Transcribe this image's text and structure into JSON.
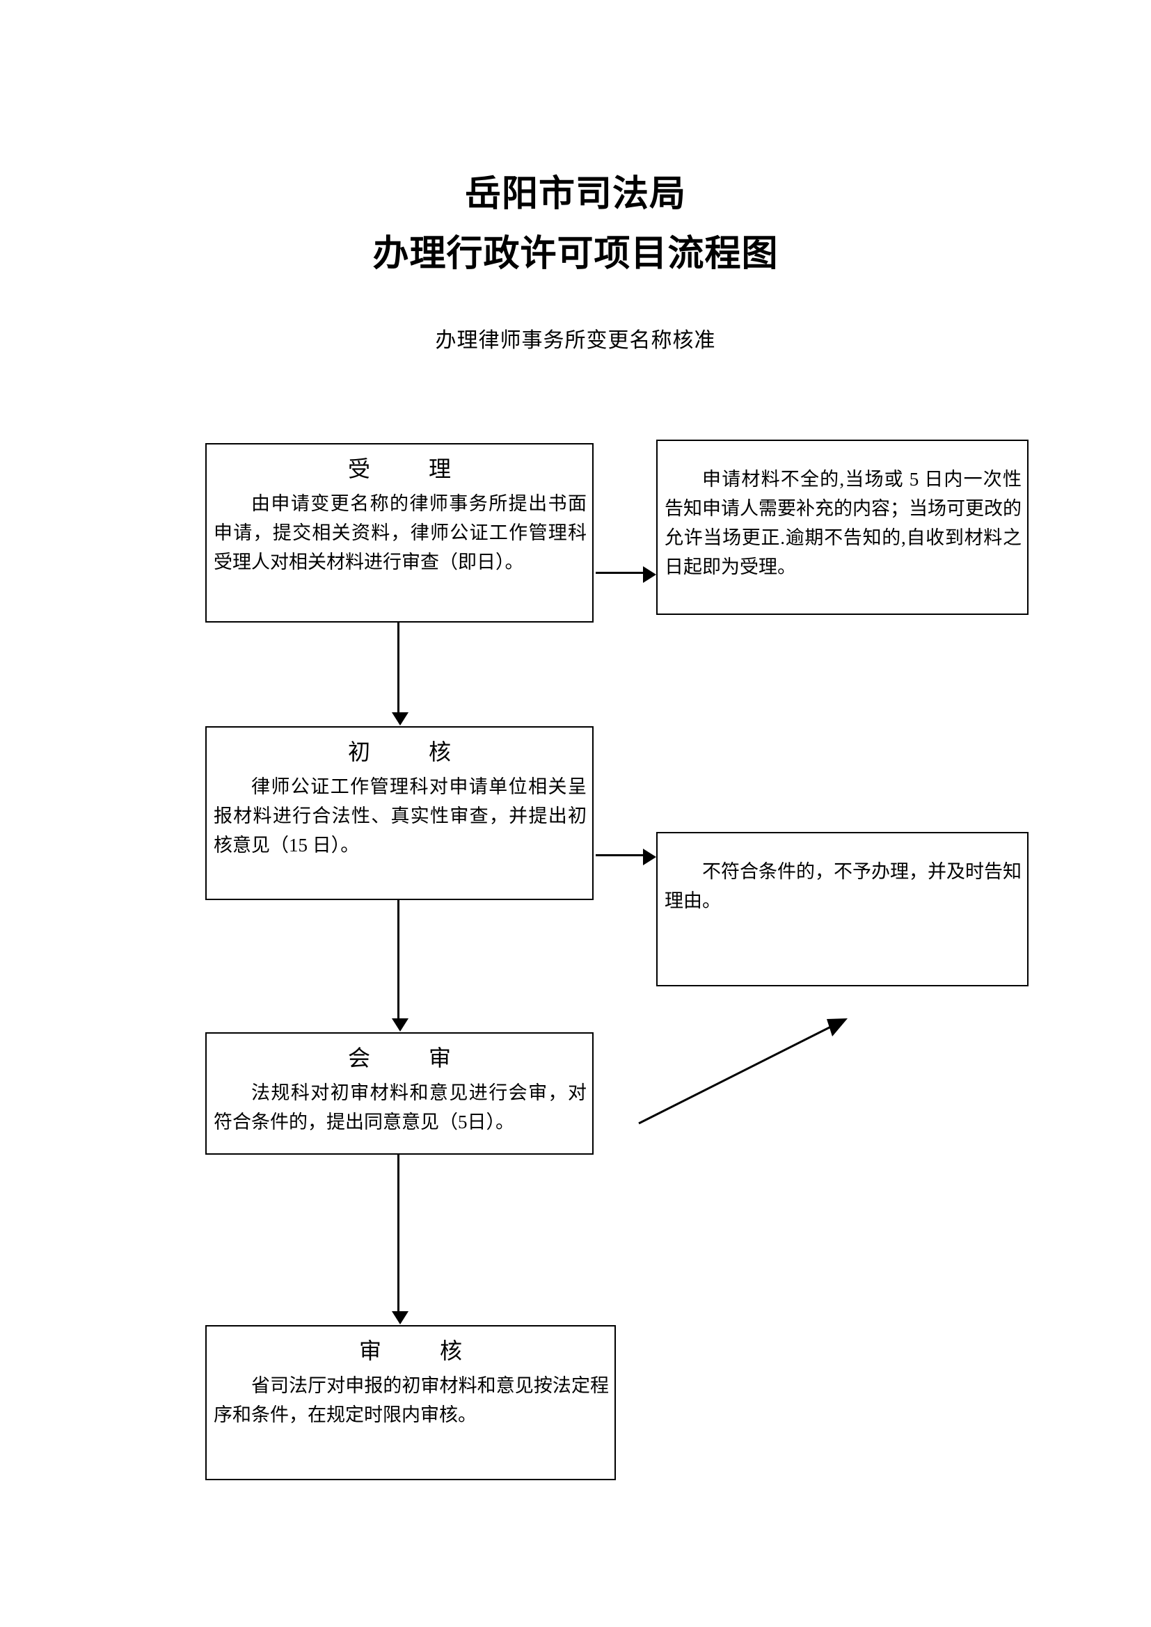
{
  "document": {
    "title_lines": [
      "岳阳市司法局",
      "办理行政许可项目流程图"
    ],
    "subtitle": "办理律师事务所变更名称核准"
  },
  "flowchart": {
    "type": "process-flow",
    "orientation": "vertical",
    "nodes": [
      {
        "id": "accept",
        "heading": "受　理",
        "body": "由申请变更名称的律师事务所提出书面申请，提交相关资料，律师公证工作管理科受理人对相关材料进行审查（即日）。",
        "column": "main"
      },
      {
        "id": "accept-note",
        "heading": "",
        "body": "申请材料不全的,当场或 5 日内一次性告知申请人需要补充的内容；当场可更改的允许当场更正.逾期不告知的,自收到材料之日起即为受理。",
        "column": "side"
      },
      {
        "id": "prelim",
        "heading": "初　核",
        "body": "律师公证工作管理科对申请单位相关呈报材料进行合法性、真实性审查，并提出初核意见（15 日）。",
        "column": "main"
      },
      {
        "id": "reject-note",
        "heading": "",
        "body": "不符合条件的，不予办理，并及时告知理由。",
        "column": "side"
      },
      {
        "id": "joint",
        "heading": "会　审",
        "body": "法规科对初审材料和意见进行会审，对符合条件的，提出同意意见（5日）。",
        "column": "main"
      },
      {
        "id": "review",
        "heading": "审　核",
        "body": "省司法厅对申报的初审材料和意见按法定程序和条件，在规定时限内审核。",
        "column": "main"
      }
    ],
    "edges": [
      {
        "id": "accept-to-prelim",
        "from": "accept",
        "to": "prelim",
        "style": "vertical-arrow"
      },
      {
        "id": "accept-to-note",
        "from": "accept",
        "to": "accept-note",
        "style": "horizontal-arrow"
      },
      {
        "id": "prelim-to-joint",
        "from": "prelim",
        "to": "joint",
        "style": "vertical-arrow"
      },
      {
        "id": "prelim-to-note",
        "from": "prelim",
        "to": "reject-note",
        "style": "horizontal-arrow"
      },
      {
        "id": "joint-to-review",
        "from": "joint",
        "to": "review",
        "style": "vertical-arrow"
      },
      {
        "id": "joint-to-note",
        "from": "joint",
        "to": "reject-note",
        "style": "diagonal-arrow"
      }
    ],
    "colors": {
      "border": "#000000",
      "background": "#ffffff",
      "text": "#000000"
    }
  }
}
